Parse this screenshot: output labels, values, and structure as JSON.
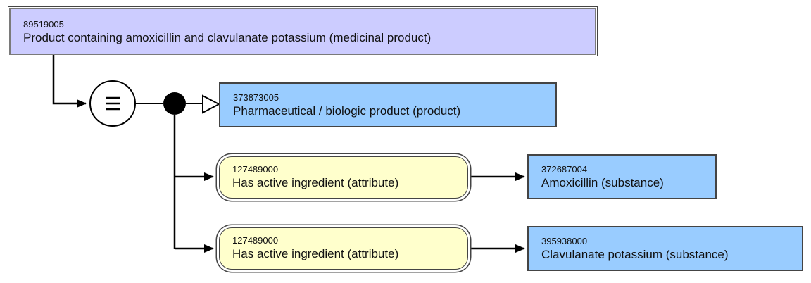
{
  "focus_concept": {
    "id": "89519005",
    "term": "Product containing amoxicillin and clavulanate potassium (medicinal product)"
  },
  "definition_status": {
    "symbol": "≡",
    "icon": "equivalent-icon"
  },
  "parent": {
    "id": "373873005",
    "term": "Pharmaceutical / biologic product (product)"
  },
  "relationships": [
    {
      "attribute": {
        "id": "127489000",
        "term": "Has active ingredient (attribute)"
      },
      "value": {
        "id": "372687004",
        "term": "Amoxicillin (substance)"
      }
    },
    {
      "attribute": {
        "id": "127489000",
        "term": "Has active ingredient (attribute)"
      },
      "value": {
        "id": "395938000",
        "term": "Clavulanate potassium (substance)"
      }
    }
  ],
  "colors": {
    "defined": "#ccccff",
    "primitive": "#99ccff",
    "attribute": "#ffffcc"
  }
}
